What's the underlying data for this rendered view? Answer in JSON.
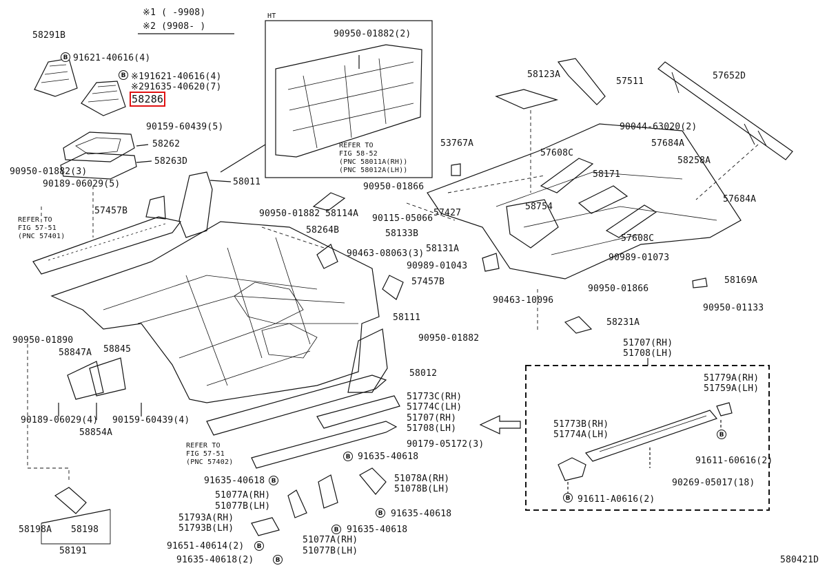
{
  "notes": {
    "n1": "※1 (     -9908)",
    "n2": "※2 (9908-     )"
  },
  "inset_ht": {
    "label": "HT",
    "ref1": "REFER TO",
    "ref2": "FIG 58-52",
    "ref3": "(PNC 58011A(RH))",
    "ref4": "(PNC 58012A(LH))"
  },
  "refer_left": {
    "l1": "REFER TO",
    "l2": "FIG 57-51",
    "l3": "(PNC 57401)"
  },
  "refer_bottom": {
    "l1": "REFER TO",
    "l2": "FIG 57-51",
    "l3": "(PNC 57402)"
  },
  "bolt_glyph": "B",
  "highlight_color": "#e01010",
  "labels": {
    "p58291B": "58291B",
    "p91621_40616_4": "91621-40616(4)",
    "p1_91621": "※191621-40616(4)",
    "p2_91635": "※291635-40620(7)",
    "p58286": "58286",
    "p90159_60439_5": "90159-60439(5)",
    "p58262": "58262",
    "p58263D": "58263D",
    "p90950_01882_3": "90950-01882(3)",
    "p90189_06029_5": "90189-06029(5)",
    "p58011": "58011",
    "p57457B_a": "57457B",
    "p90950_01882_a": "90950-01882",
    "p58114A": "58114A",
    "p58264B": "58264B",
    "p90950_01882_2": "90950-01882(2)",
    "p58123A": "58123A",
    "p57511": "57511",
    "p57652D": "57652D",
    "p53767A": "53767A",
    "p90044_63020_2": "90044-63020(2)",
    "p57684A_a": "57684A",
    "p57608C_a": "57608C",
    "p58258A": "58258A",
    "p58171": "58171",
    "p90950_01866_a": "90950-01866",
    "p57684A_b": "57684A",
    "p90115_05066": "90115-05066",
    "p57427": "57427",
    "p58754": "58754",
    "p58133B": "58133B",
    "p57608C_b": "57608C",
    "p90463_08063_3": "90463-08063(3)",
    "p58131A": "58131A",
    "p90989_01043": "90989-01043",
    "p90989_01073": "90989-01073",
    "p57457B_b": "57457B",
    "p90950_01866_b": "90950-01866",
    "p58169A": "58169A",
    "p90463_10096": "90463-10096",
    "p90950_01133": "90950-01133",
    "p58111": "58111",
    "p58231A": "58231A",
    "p90950_01890": "90950-01890",
    "p90950_01882_b": "90950-01882",
    "p51707RH_a": "51707(RH)",
    "p51708LH_a": "51708(LH)",
    "p58847A": "58847A",
    "p58845": "58845",
    "p58012": "58012",
    "p51779ARH": "51779A(RH)",
    "p51759ALH": "51759A(LH)",
    "p51773CRH": "51773C(RH)",
    "p51774CLH": "51774C(LH)",
    "p51707RH_b": "51707(RH)",
    "p51708LH_b": "51708(LH)",
    "p90189_06029_4": "90189-06029(4)",
    "p90159_60439_4": "90159-60439(4)",
    "p58854A": "58854A",
    "p51773BRH": "51773B(RH)",
    "p51774ALH": "51774A(LH)",
    "p90179_05172_3": "90179-05172(3)",
    "p91635_40618_a": "91635-40618",
    "p91611_60616_2": "91611-60616(2)",
    "p90269_05017_18": "90269-05017(18)",
    "p91635_40618_b": "91635-40618",
    "p51078ARH": "51078A(RH)",
    "p51078BLH": "51078B(LH)",
    "p51077ARH_a": "51077A(RH)",
    "p51077BLH_a": "51077B(LH)",
    "p91611_A0616_2": "91611-A0616(2)",
    "p91635_40618_c": "91635-40618",
    "p51793ARH": "51793A(RH)",
    "p51793BLH": "51793B(LH)",
    "p91635_40618_d": "91635-40618",
    "p58198A": "58198A",
    "p58198": "58198",
    "p91651_40614_2": "91651-40614(2)",
    "p51077ARH_b": "51077A(RH)",
    "p51077BLH_b": "51077B(LH)",
    "p91635_40618_2": "91635-40618(2)",
    "p58191": "58191",
    "p580421D": "580421D"
  }
}
